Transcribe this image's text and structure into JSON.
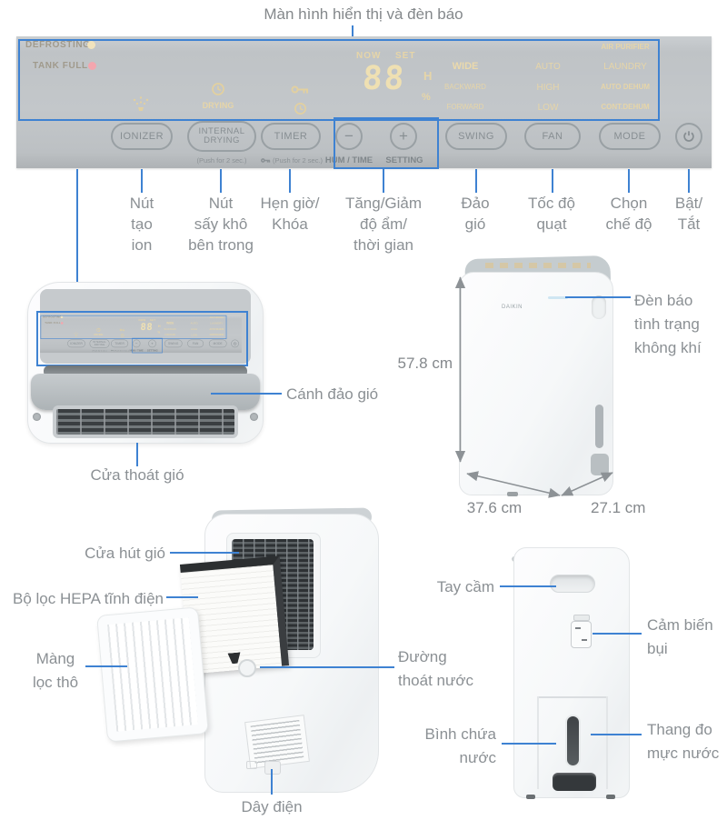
{
  "title": "Màn hình hiển thị và đèn báo",
  "colors": {
    "accent": "#3e82d2",
    "panel_amber": "#e6d5a8",
    "label_gray": "#8b9094"
  },
  "control_panel": {
    "indicators": {
      "defrosting": "DEFROSTING",
      "tank_full": "TANK FULL",
      "drying": "DRYING"
    },
    "display": {
      "now": "NOW",
      "set": "SET",
      "value": "88",
      "hour": "H",
      "percent": "%"
    },
    "swing_options": [
      "WIDE",
      "BACKWARD",
      "FORWARD"
    ],
    "fan_options": [
      "AUTO",
      "HIGH",
      "LOW"
    ],
    "mode_options": [
      "AIR PURIFIER",
      "LAUNDRY",
      "AUTO DEHUM",
      "CONT.DEHUM"
    ],
    "buttons": {
      "ionizer": "IONIZER",
      "internal_drying": "INTERNAL\nDRYING",
      "timer": "TIMER",
      "minus": "−",
      "plus": "+",
      "swing": "SWING",
      "fan": "FAN",
      "mode": "MODE"
    },
    "sub_labels": {
      "push_2sec": "(Push for 2 sec.)",
      "hum_time": "HUM / TIME",
      "setting": "SETTING"
    }
  },
  "callouts": {
    "ionizer": "Nút\ntạo\nion",
    "internal_drying": "Nút\nsấy khô\nbên trong",
    "timer": "Hẹn giờ/\nKhóa",
    "hum_time": "Tăng/Giảm\nđộ ẩm/\nthời gian",
    "swing": "Đảo\ngió",
    "fan": "Tốc độ\nquạt",
    "mode": "Chọn\nchế độ",
    "power": "Bật/\nTắt"
  },
  "product_labels": {
    "swing_louver": "Cánh đảo gió",
    "air_outlet": "Cửa thoát gió",
    "air_quality_light": "Đèn báo\ntình trạng\nkhông khí",
    "air_inlet": "Cửa hút gió",
    "hepa_filter": "Bộ lọc HEPA tĩnh điện",
    "coarse_filter": "Màng\nlọc thô",
    "drain_outlet": "Đường\nthoát nước",
    "power_cord": "Dây điện",
    "handle": "Tay cầm",
    "dust_sensor": "Cảm biến\nbụi",
    "water_tank": "Bình chứa\nnước",
    "water_level": "Thang đo\nmực nước"
  },
  "dimensions": {
    "height": "57.8 cm",
    "width": "37.6 cm",
    "depth": "27.1 cm"
  },
  "brand": "DAIKIN"
}
